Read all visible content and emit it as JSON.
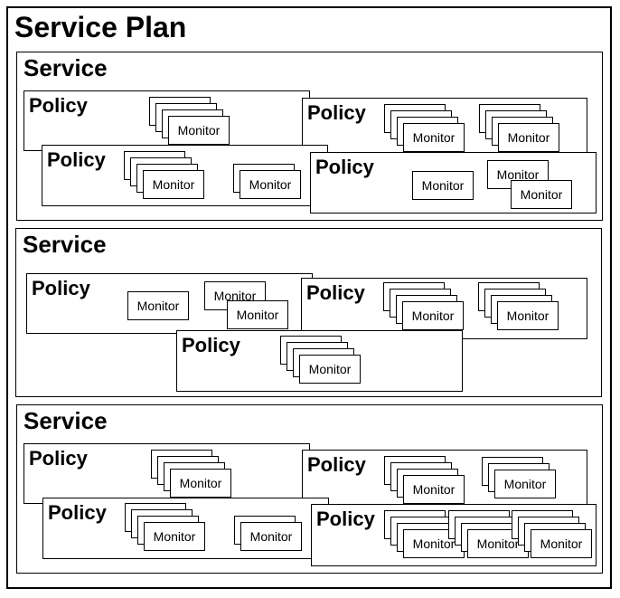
{
  "title": "Service Plan",
  "service_label": "Service",
  "policy_label": "Policy",
  "monitor_label": "Monitor"
}
